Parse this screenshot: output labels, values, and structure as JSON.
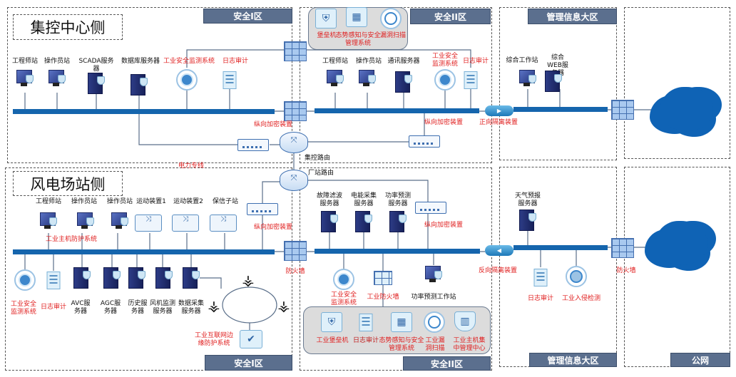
{
  "colors": {
    "zone_header": "#5b6f8e",
    "bus": "#1565ad",
    "security_label": "#e01e1e",
    "cloud": "#0f63b5"
  },
  "zones": {
    "top_safety1": "安全I区",
    "top_safety2": "安全II区",
    "top_mgmt": "管理信息大区",
    "bottom_safety1": "安全I区",
    "bottom_safety2": "安全II区",
    "bottom_mgmt": "管理信息大区",
    "bottom_public": "公网"
  },
  "sections": {
    "control_center": "集控中心侧",
    "wind_farm": "风电场站侧"
  },
  "top": {
    "zone1_nodes": [
      "工程师站",
      "操作员站",
      "SCADA服务器",
      "数据库服务器",
      "工业安全监测系统",
      "日志审计"
    ],
    "zone1_encryptor": "纵向加密装置",
    "zone2_group": [
      "堡垒机",
      "态势感知与安全管理系统",
      "漏洞扫描"
    ],
    "zone2_nodes": [
      "工程师站",
      "操作员站",
      "通讯服务器",
      "工业安全监测系统",
      "日志审计"
    ],
    "zone2_encryptor": "纵向加密装置",
    "forward_isolation": "正向隔离装置",
    "router": "集控路由",
    "mgmt_nodes": [
      "综合工作站",
      "综合WEB服务器"
    ]
  },
  "dedicated_line": "电力专线",
  "bottom": {
    "router": "厂站路由",
    "zone1_upper": [
      "工程师站",
      "操作员站",
      "操作员站",
      "运动装置1",
      "运动装置2",
      "保信子站"
    ],
    "host_protection": "工业主机防护系统",
    "zone1_lower": [
      "工业安全监测系统",
      "日志审计",
      "AVC服务器",
      "AGC服务器",
      "历史服务器",
      "风机监测服务器",
      "数据采集服务器"
    ],
    "edge_protection": "工业互联网边缘防护系统",
    "zone1_encryptor": "纵向加密装置",
    "zone1_firewall": "防火墙",
    "zone2_upper": [
      "故障滤波服务器",
      "电能采集服务器",
      "功率预测服务器"
    ],
    "zone2_encryptor": "纵向加密装置",
    "zone2_lower": [
      "工业安全监测系统",
      "工业防火墙",
      "功率预测工作站"
    ],
    "zone2_group": [
      "工业堡垒机",
      "日志审计",
      "态势感知与安全管理系统",
      "工业漏洞扫描",
      "工业主机集中管理中心"
    ],
    "reverse_isolation": "反向隔离装置",
    "mgmt_upper": [
      "天气预报服务器"
    ],
    "mgmt_lower": [
      "日志审计",
      "工业入侵检测"
    ],
    "mgmt_firewall": "防火墙"
  }
}
